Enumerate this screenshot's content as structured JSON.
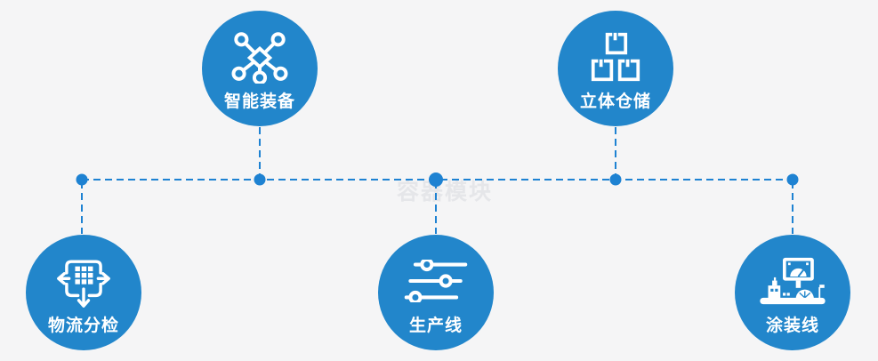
{
  "page": {
    "background_color": "#f5f5f6",
    "watermark_text": "容器模块",
    "watermark_color": "#e5e6e9"
  },
  "diagram": {
    "node_color": "#2286cb",
    "connector_color": "#1e82d2",
    "icon_color": "#ffffff",
    "nodes": [
      {
        "label": "智能装备",
        "icon": "network-nodes-icon",
        "position": "top-left"
      },
      {
        "label": "立体仓储",
        "icon": "stacked-boxes-icon",
        "position": "top-right"
      },
      {
        "label": "物流分检",
        "icon": "sorting-distribution-icon",
        "position": "bottom-left"
      },
      {
        "label": "生产线",
        "icon": "sliders-icon",
        "position": "bottom-center"
      },
      {
        "label": "涂装线",
        "icon": "control-console-icon",
        "position": "bottom-right"
      }
    ]
  }
}
